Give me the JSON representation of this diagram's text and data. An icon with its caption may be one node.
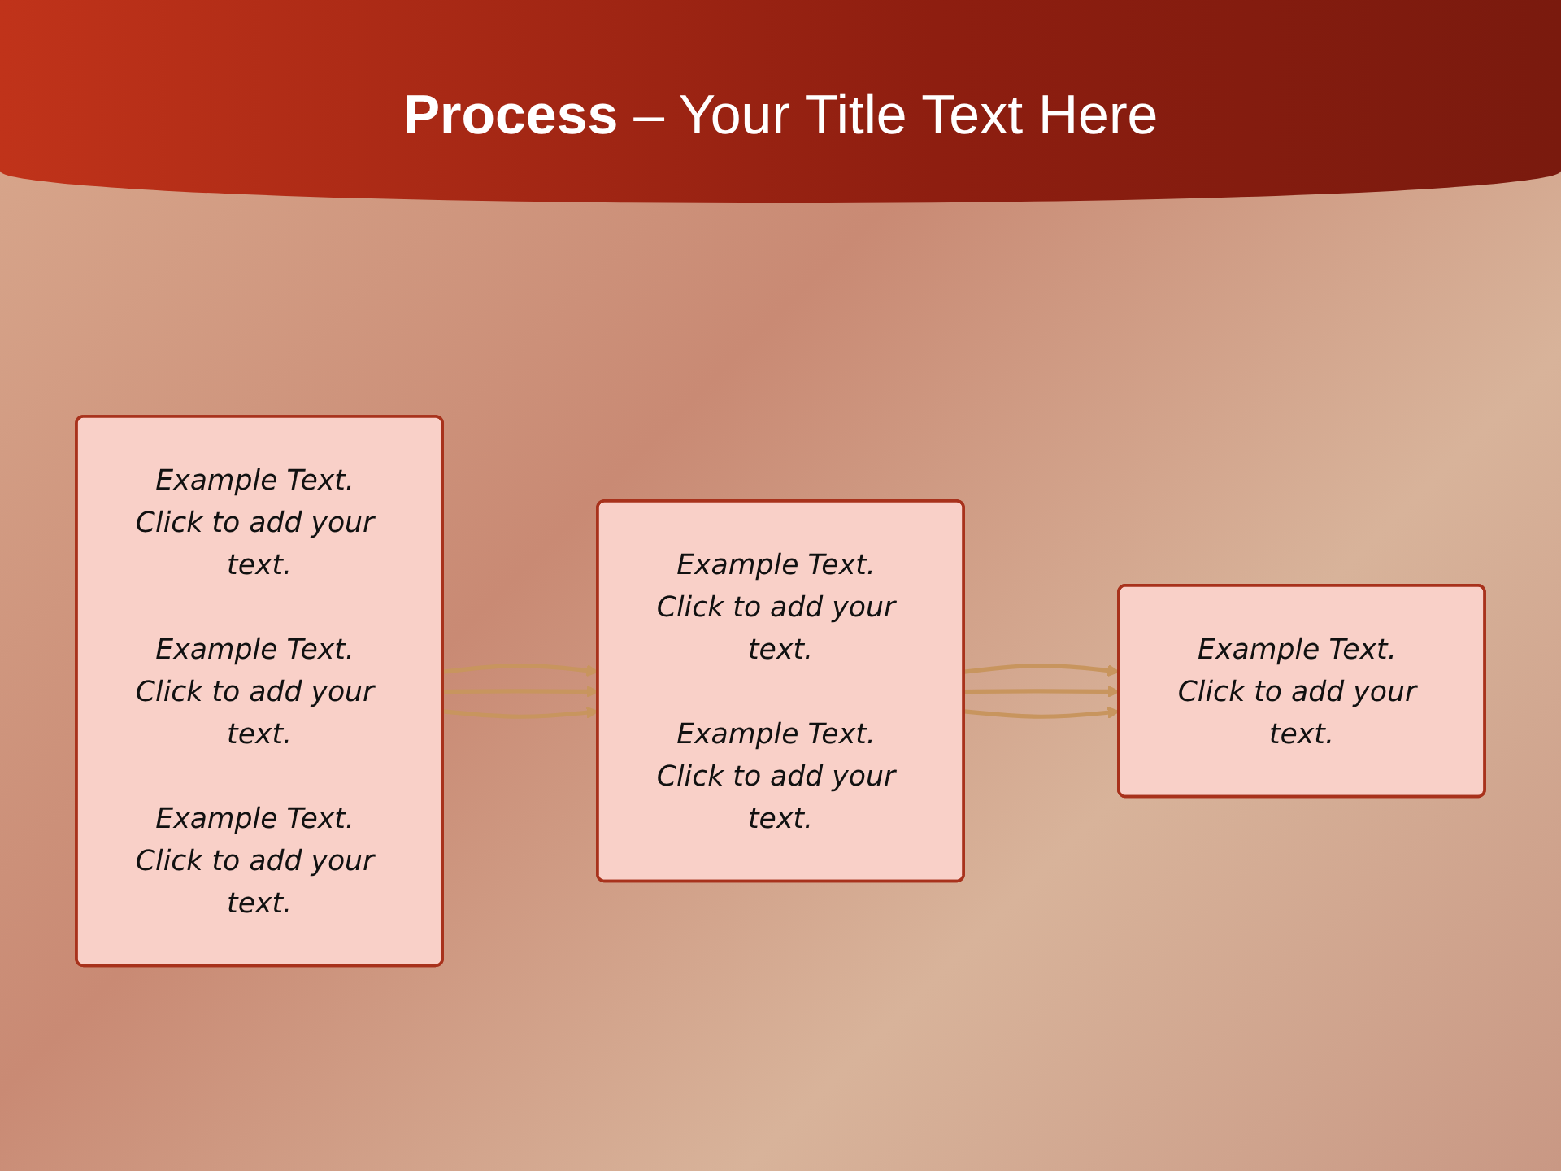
{
  "diagram": {
    "title": "**Process** – Your Title Text Here",
    "nodes": [
      {
        "text": [
          "Example Text. Click to add your text.",
          "Example Text. Click to add your text.",
          "Example Text. Click to add your text."
        ]
      },
      {
        "text": [
          "Example Text. Click to add your text.",
          "Example Text. Click to add your text."
        ]
      },
      {
        "text": [
          "Example Text. Click to add your text."
        ]
      }
    ],
    "edges": [
      {
        "from": 0,
        "to": 1,
        "arrow": "to",
        "color": "#c8955e"
      },
      {
        "from": 0,
        "to": 1,
        "arrow": "to",
        "color": "#c8955e"
      },
      {
        "from": 0,
        "to": 1,
        "arrow": "to",
        "color": "#c8955e"
      },
      {
        "from": 1,
        "to": 2,
        "arrow": "to",
        "color": "#c8955e"
      },
      {
        "from": 1,
        "to": 2,
        "arrow": "to",
        "color": "#c8955e"
      },
      {
        "from": 1,
        "to": 2,
        "arrow": "to",
        "color": "#c8955e"
      }
    ]
  }
}
